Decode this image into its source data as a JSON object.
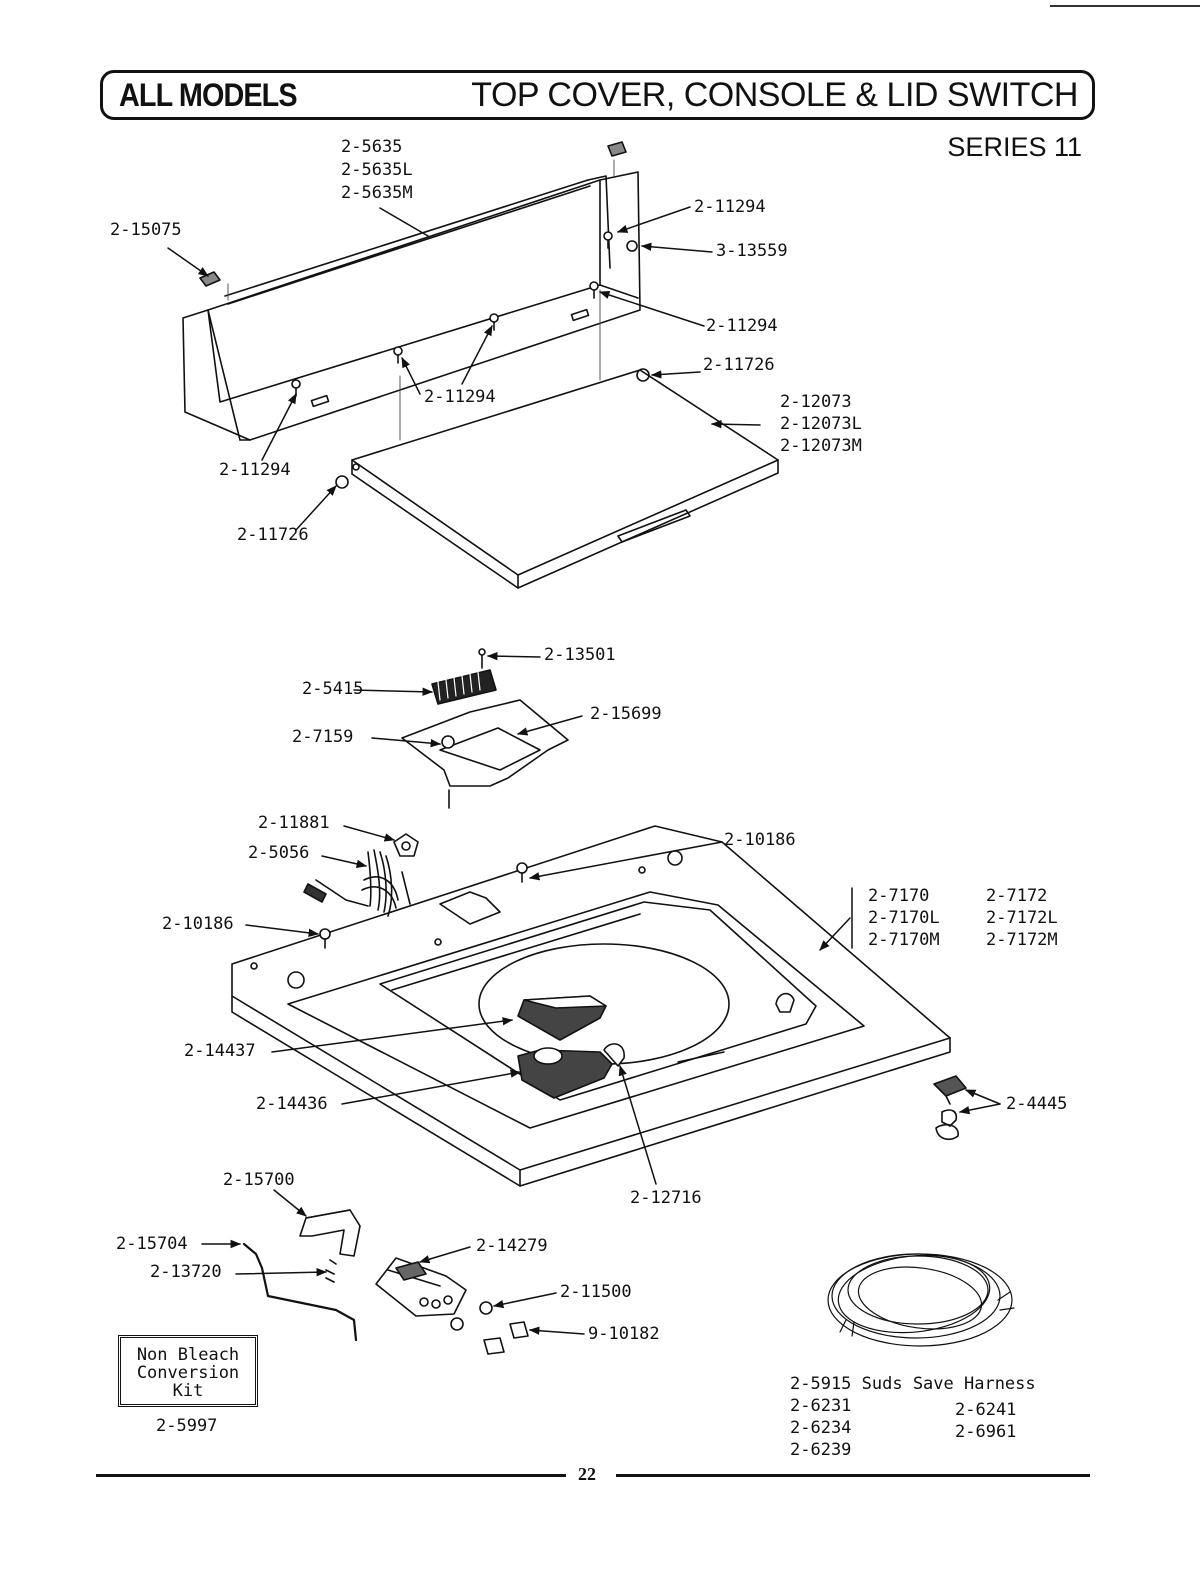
{
  "header": {
    "left_label": "ALL MODELS",
    "title": "TOP COVER, CONSOLE & LID SWITCH"
  },
  "series": "SERIES 11",
  "callouts": {
    "console": [
      "2-5635",
      "2-5635L",
      "2-5635M"
    ],
    "clip_15075": "2-15075",
    "screw_top_right": "2-11294",
    "plug_13559": "3-13559",
    "screw_right": "2-11294",
    "bumper_right": "2-11726",
    "screw_middle": "2-11294",
    "lid": [
      "2-12073",
      "2-12073L",
      "2-12073M"
    ],
    "screw_left": "2-11294",
    "bumper_left": "2-11726",
    "screw_13501": "2-13501",
    "switch_5415": "2-5415",
    "bracket_15699": "2-15699",
    "screw_7159": "2-7159",
    "clip_11881": "2-11881",
    "cord_5056": "2-5056",
    "screw_10186_right": "2-10186",
    "screw_10186_left": "2-10186",
    "top_cover_a": [
      "2-7170",
      "2-7170L",
      "2-7170M"
    ],
    "top_cover_b": [
      "2-7172",
      "2-7172L",
      "2-7172M"
    ],
    "dispenser_14437": "2-14437",
    "dispenser_14436": "2-14436",
    "clip_4445": "2-4445",
    "bracket_15700": "2-15700",
    "hinge_12716": "2-12716",
    "rod_15704": "2-15704",
    "spring_13720": "2-13720",
    "actuator_14279": "2-14279",
    "nut_11500": "2-11500",
    "screw_10182": "9-10182",
    "harness_main": "2-5915 Suds Save Harness",
    "harness_col1": [
      "2-6231",
      "2-6234",
      "2-6239"
    ],
    "harness_col2": [
      "2-6241",
      "2-6961"
    ]
  },
  "kit": {
    "lines": [
      "Non Bleach",
      "Conversion",
      "Kit"
    ],
    "part_number": "2-5997"
  },
  "page_number": "22"
}
